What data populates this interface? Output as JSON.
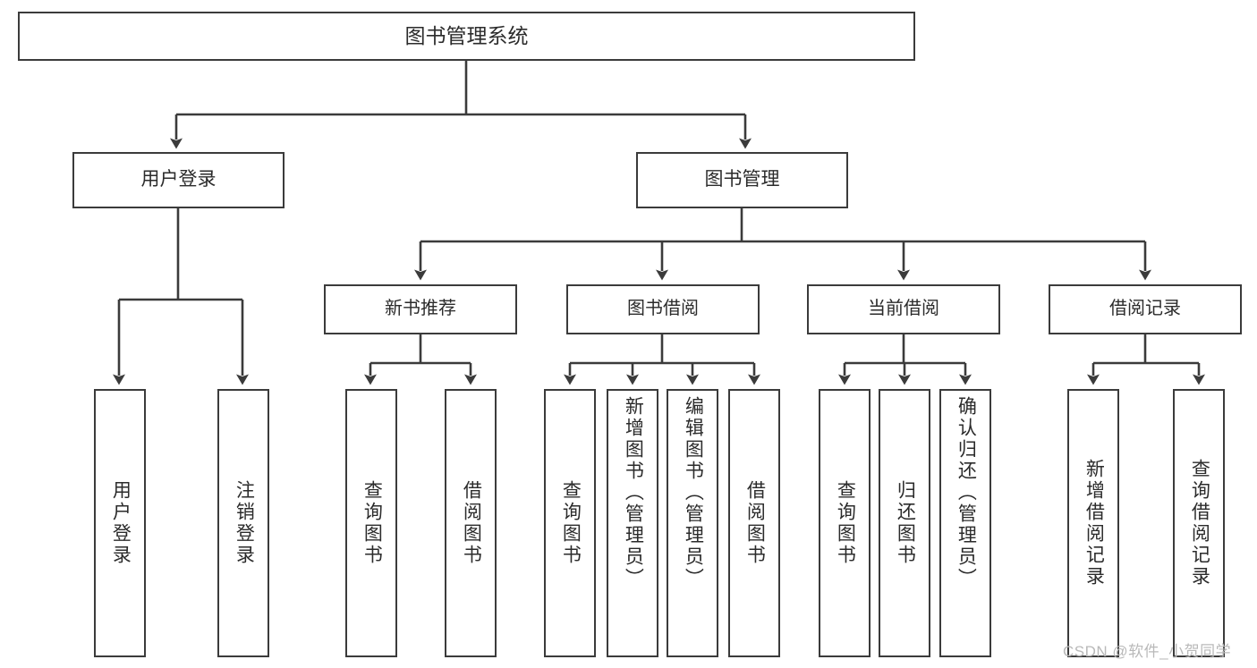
{
  "diagram": {
    "type": "tree",
    "title": "图书管理系统",
    "root": {
      "label": "图书管理系统"
    },
    "level1": [
      {
        "label": "用户登录"
      },
      {
        "label": "图书管理"
      }
    ],
    "level2": [
      {
        "label": "新书推荐"
      },
      {
        "label": "图书借阅"
      },
      {
        "label": "当前借阅"
      },
      {
        "label": "借阅记录"
      }
    ],
    "leaves": {
      "user_login": [
        {
          "label": "用户登录"
        },
        {
          "label": "注销登录"
        }
      ],
      "new_book_recommend": [
        {
          "label": "查询图书"
        },
        {
          "label": "借阅图书"
        }
      ],
      "book_borrow": [
        {
          "label": "查询图书"
        },
        {
          "label": "新增图书（管理员）"
        },
        {
          "label": "编辑图书（管理员）"
        },
        {
          "label": "借阅图书"
        }
      ],
      "current_borrow": [
        {
          "label": "查询图书"
        },
        {
          "label": "归还图书"
        },
        {
          "label": "确认归还（管理员）"
        }
      ],
      "borrow_record": [
        {
          "label": "新增借阅记录"
        },
        {
          "label": "查询借阅记录"
        }
      ]
    }
  },
  "watermark": {
    "text": "CSDN @软件_小贺同学"
  },
  "colors": {
    "stroke": "#3b3b3b",
    "text": "#2b2b2b",
    "background": "#ffffff",
    "watermark": "#b9b9b9"
  }
}
